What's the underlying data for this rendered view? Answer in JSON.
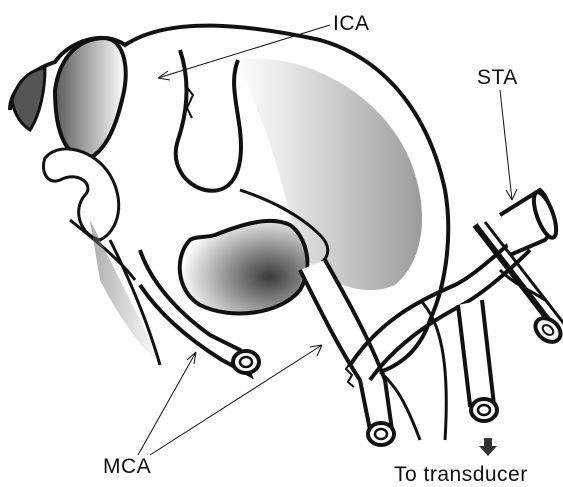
{
  "labels": {
    "ica": "ICA",
    "sta": "STA",
    "mca": "MCA",
    "transducer": "To transducer"
  },
  "colors": {
    "ink": "#111111",
    "shade": "#8a8a8a",
    "background": "#ffffff"
  },
  "icons": {
    "clamp": "vascular-clamp-icon",
    "arrow": "down-arrow-icon"
  }
}
